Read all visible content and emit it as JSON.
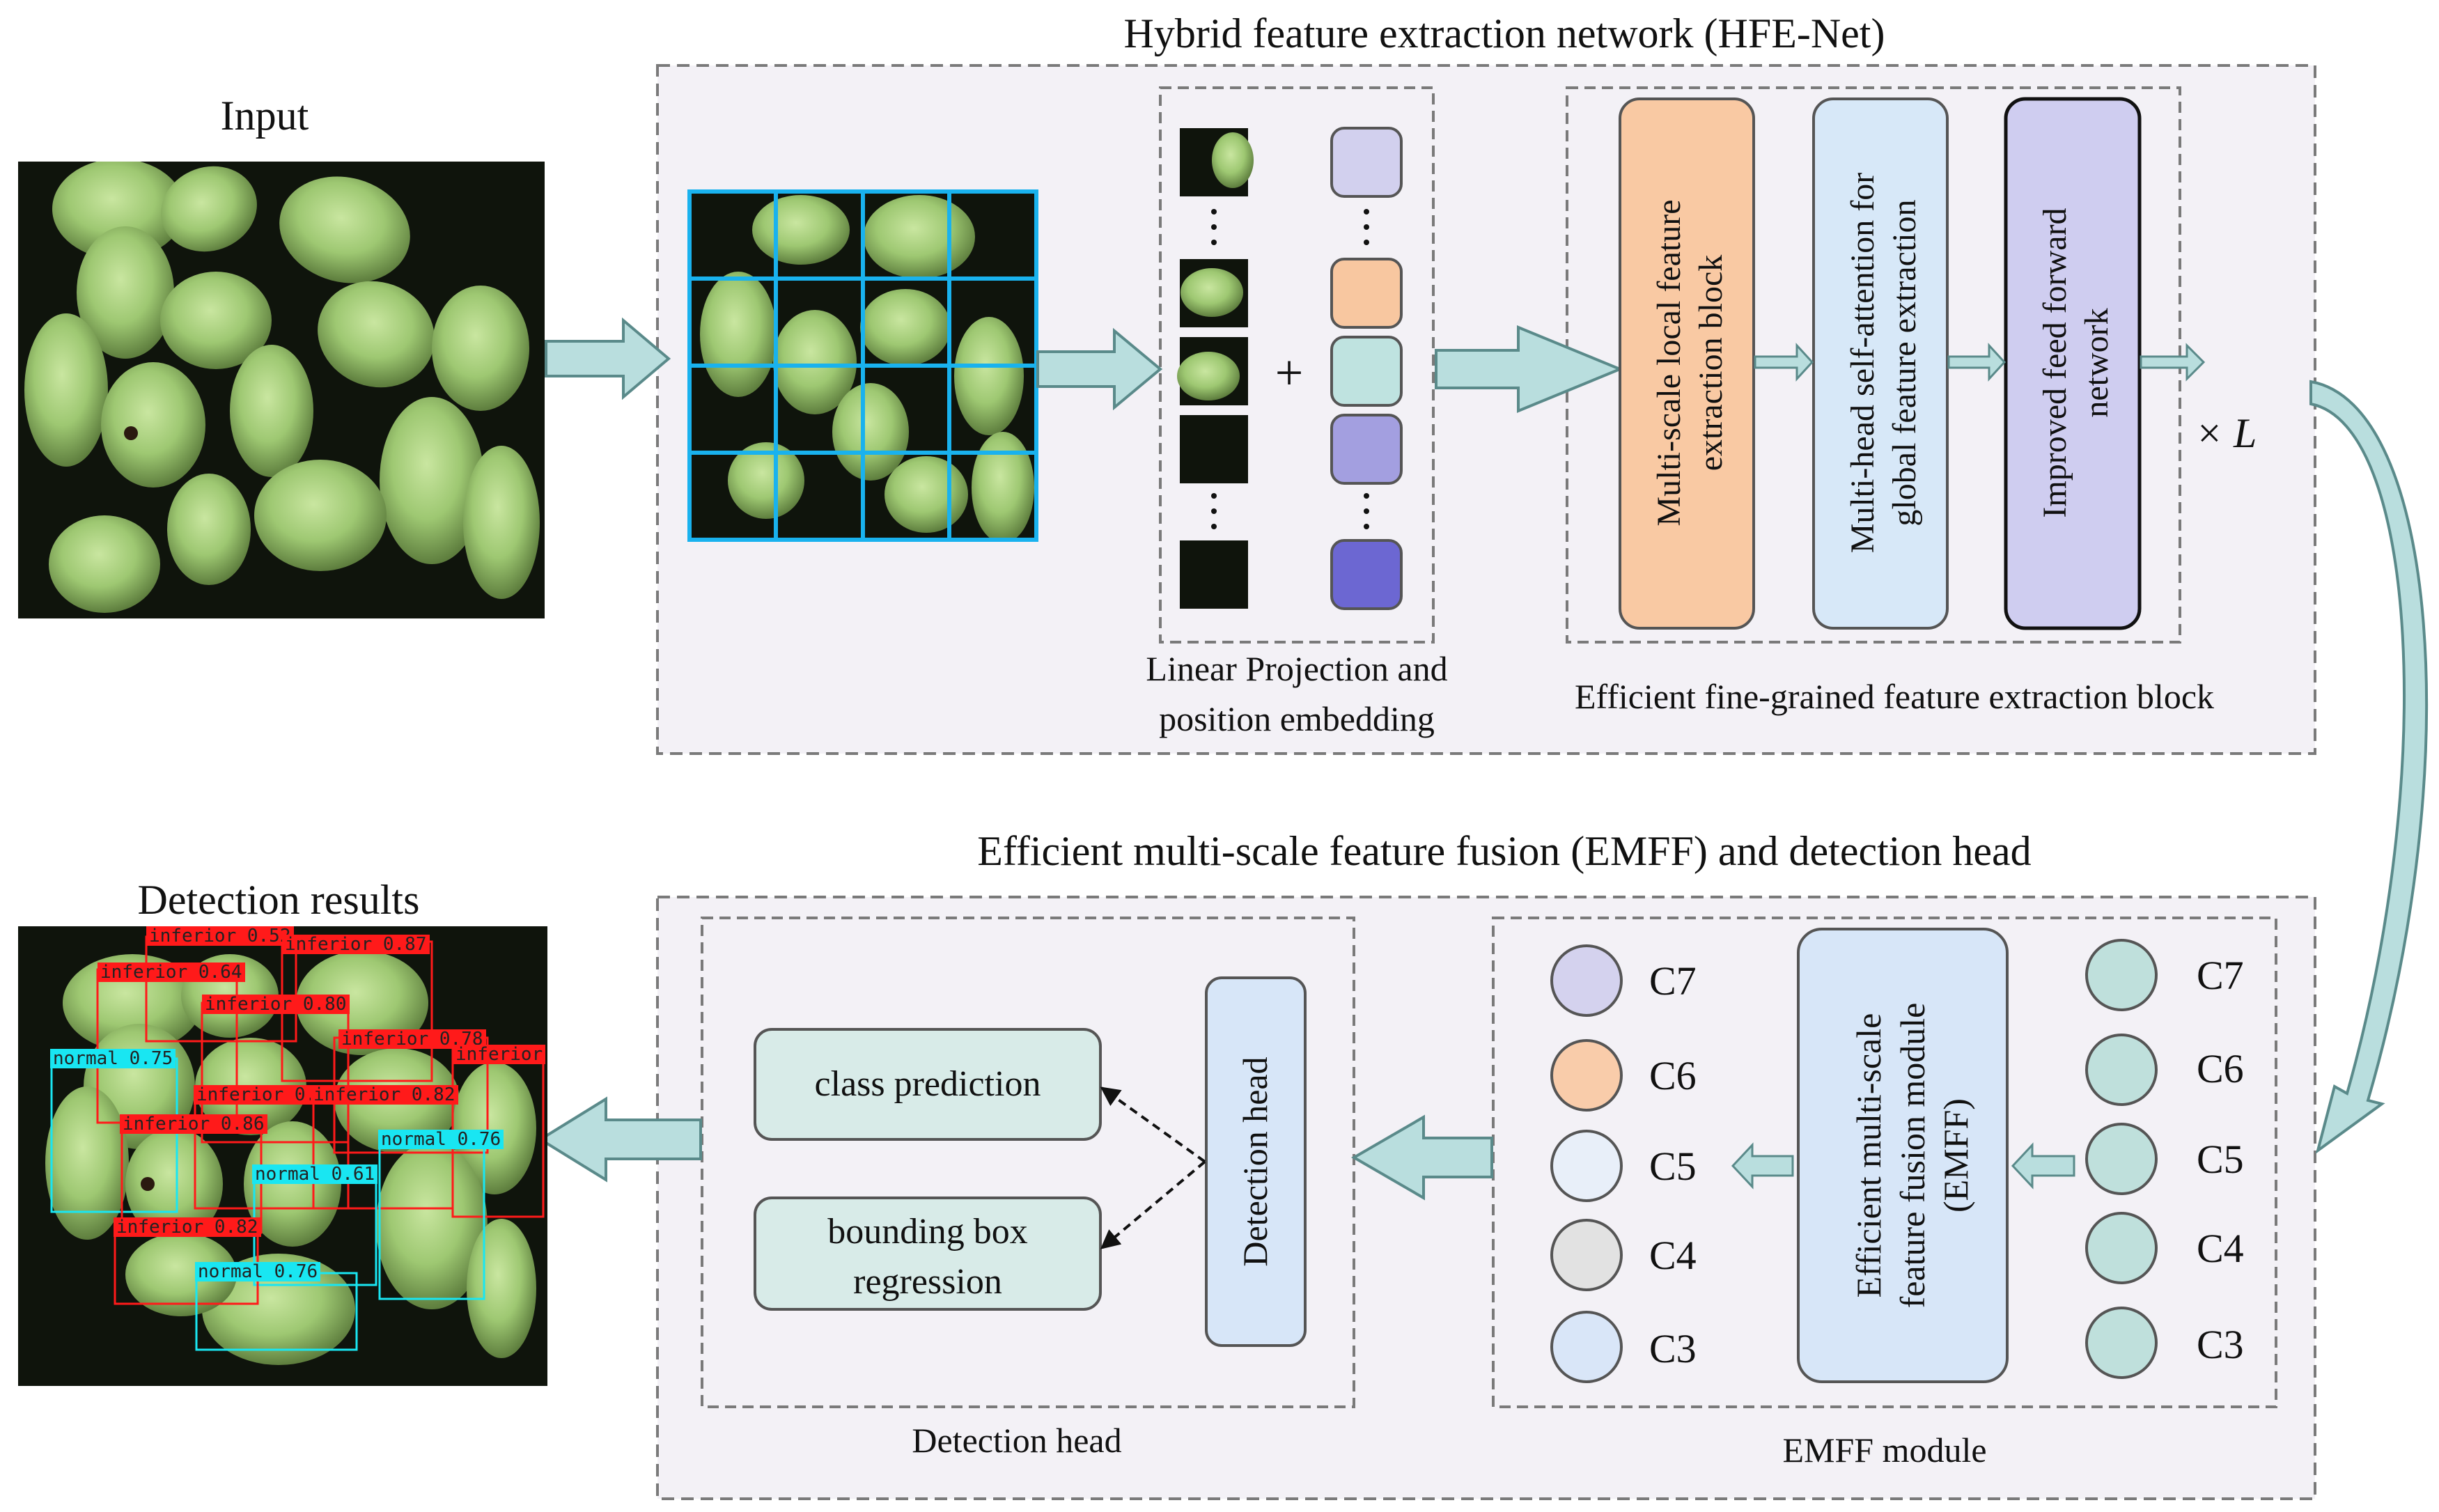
{
  "sections": {
    "hfe_title": "Hybrid feature extraction network (HFE-Net)",
    "emff_title": "Efficient multi-scale feature fusion (EMFF) and detection head"
  },
  "input": {
    "label": "Input"
  },
  "output": {
    "label": "Detection results"
  },
  "hfe": {
    "plus": "+",
    "projection_label_line1": "Linear Projection and",
    "projection_label_line2": "position embedding",
    "block_label": "Efficient fine-grained feature extraction block",
    "repeat": "× L",
    "modules": [
      {
        "line1": "Multi-scale local feature",
        "line2": "extraction block",
        "color": "#f9c9a3"
      },
      {
        "line1": "Multi-head self-attention for",
        "line2": "global feature extraction",
        "color": "#d7e8f8"
      },
      {
        "line1": "Improved feed forward",
        "line2": "network",
        "color": "#cfcdf0"
      }
    ],
    "embedding_colors": [
      "#d2d0ee",
      "#f8c7a0",
      "#bfe3e0",
      "#a39fe0",
      "#6c67d2"
    ]
  },
  "emff": {
    "module_line1": "Efficient multi-scale",
    "module_line2": "feature fusion module",
    "module_line3": "(EMFF)",
    "caption": "EMFF module",
    "inputs": [
      {
        "label": "C7",
        "color": "#bfe0dc"
      },
      {
        "label": "C6",
        "color": "#bfe0dc"
      },
      {
        "label": "C5",
        "color": "#bfe0dc"
      },
      {
        "label": "C4",
        "color": "#bfe0dc"
      },
      {
        "label": "C3",
        "color": "#bfe0dc"
      }
    ],
    "outputs": [
      {
        "label": "C7",
        "color": "#d4d2ee"
      },
      {
        "label": "C6",
        "color": "#f9ccaa"
      },
      {
        "label": "C5",
        "color": "#e8eff9"
      },
      {
        "label": "C4",
        "color": "#e2e2e2"
      },
      {
        "label": "C3",
        "color": "#d9e6f8"
      }
    ]
  },
  "head": {
    "detection_head": "Detection head",
    "class_prediction": "class prediction",
    "bbox_line1": "bounding box",
    "bbox_line2": "regression",
    "caption": "Detection head"
  },
  "detections": [
    {
      "text": "inferior 0.52",
      "type": "inferior"
    },
    {
      "text": "inferior 0.87",
      "type": "inferior"
    },
    {
      "text": "inferior 0.64",
      "type": "inferior"
    },
    {
      "text": "inferior 0.80",
      "type": "inferior"
    },
    {
      "text": "inferior 0.78",
      "type": "inferior"
    },
    {
      "text": "normal 0.75",
      "type": "normal"
    },
    {
      "text": "inferior",
      "type": "inferior"
    },
    {
      "text": "inferior 0.68",
      "type": "inferior"
    },
    {
      "text": "inferior 0.82",
      "type": "inferior"
    },
    {
      "text": "inferior 0.86",
      "type": "inferior"
    },
    {
      "text": "normal 0.76",
      "type": "normal"
    },
    {
      "text": "normal 0.61",
      "type": "normal"
    },
    {
      "text": "inferior 0.82",
      "type": "inferior"
    },
    {
      "text": "normal 0.76",
      "type": "normal"
    }
  ],
  "colors": {
    "inferior": "#ff1a1a",
    "normal": "#19e6f2",
    "arrow_fill": "#b9dede",
    "arrow_stroke": "#5a8a8a",
    "panel_bg": "#f3f1f6",
    "grid": "#19b2ee"
  }
}
